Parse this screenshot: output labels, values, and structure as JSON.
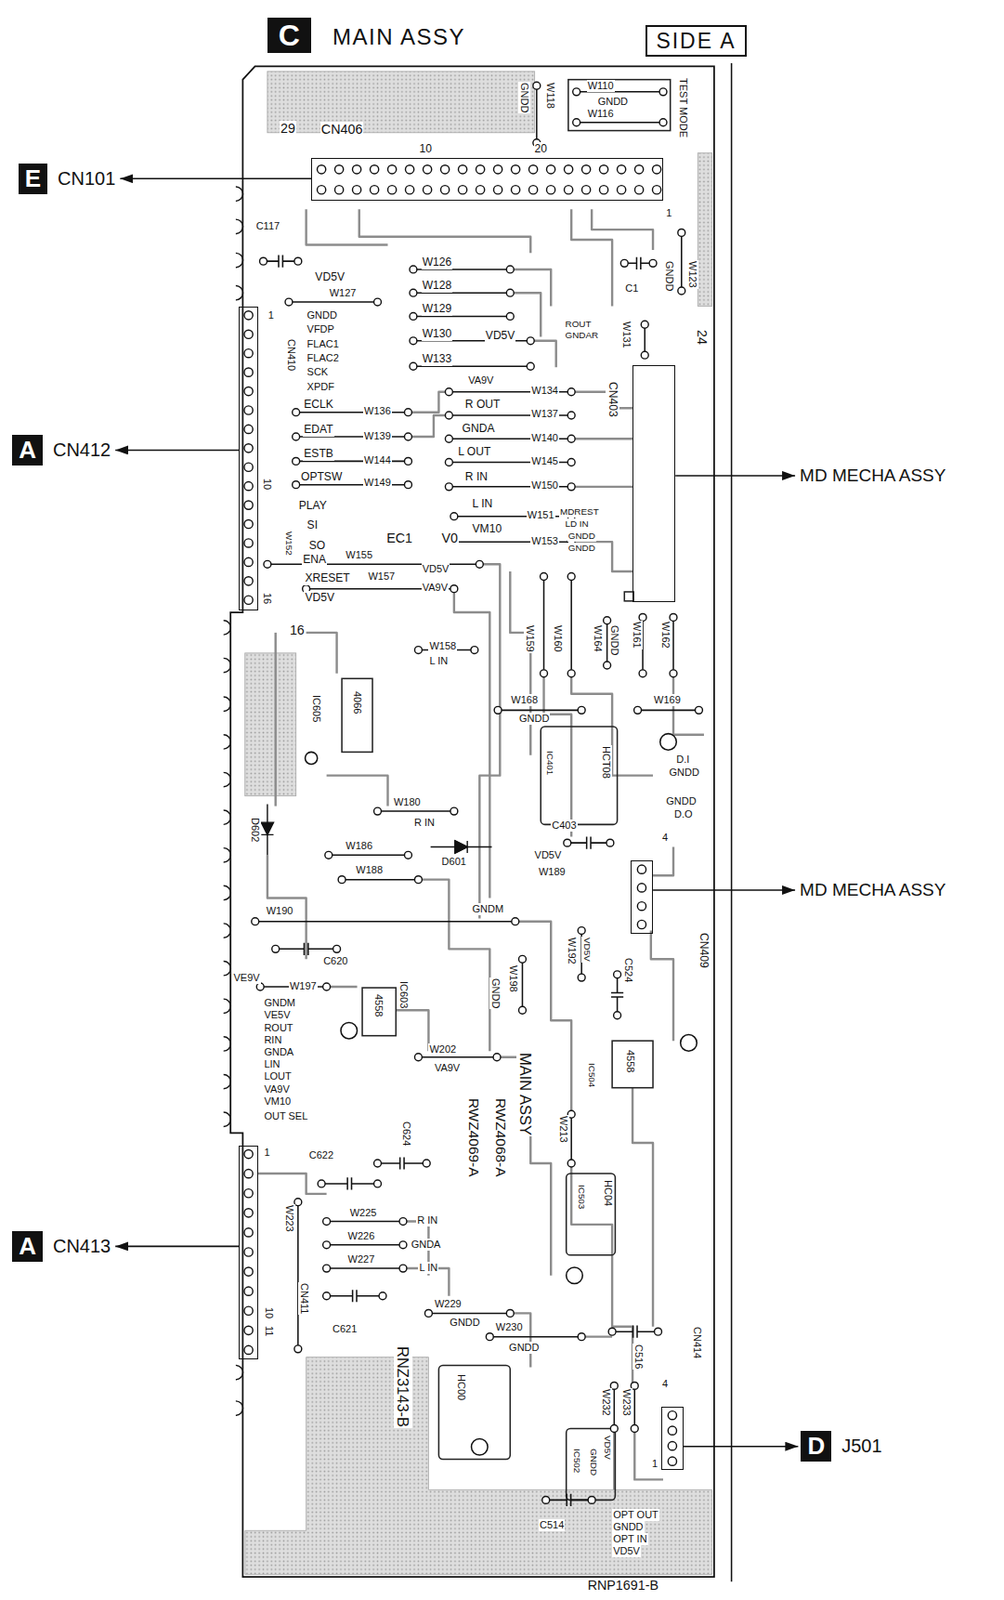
{
  "diagram": {
    "title": "MAIN ASSY",
    "nodes": [
      {
        "text": [
          "C"
        ]
      },
      {
        "text": [
          "SIDE A"
        ]
      },
      {
        "text": [
          "MAIN ASSY"
        ]
      },
      {
        "text": [
          "CN406"
        ],
        "in": 2
      },
      {
        "text": [
          "CN410"
        ],
        "in": 2
      },
      {
        "text": [
          "CN403"
        ],
        "in": 2
      },
      {
        "text": [
          "CN409"
        ],
        "in": 2
      },
      {
        "text": [
          "CN411"
        ],
        "in": 2
      },
      {
        "text": [
          "CN414"
        ],
        "in": 2
      },
      {
        "text": [
          "E",
          "CN101"
        ]
      },
      {
        "text": [
          "A",
          "CN412"
        ]
      },
      {
        "text": [
          "MD MECHA ASSY"
        ]
      },
      {
        "text": [
          "MD MECHA ASSY"
        ]
      },
      {
        "text": [
          "A",
          "CN413"
        ]
      },
      {
        "text": [
          "D",
          "J501"
        ]
      }
    ],
    "edges": [
      {
        "from": 3,
        "to": 9,
        "arrow": "to"
      },
      {
        "from": 4,
        "to": 10,
        "arrow": "to"
      },
      {
        "from": 5,
        "to": 11,
        "arrow": "to"
      },
      {
        "from": 6,
        "to": 12,
        "arrow": "to"
      },
      {
        "from": 7,
        "to": 13,
        "arrow": "to"
      },
      {
        "from": 8,
        "to": 14,
        "arrow": "to"
      }
    ],
    "labels": [
      "GNDD",
      "W118",
      "W110",
      "GNDD",
      "W116",
      "TEST MODE",
      "29",
      "10",
      "20",
      "1",
      "C117",
      "VD5V",
      "W127",
      "W126",
      "W128",
      "W129",
      "W130",
      "W133",
      "VD5V",
      "GNDD",
      "W123",
      "C1",
      "24",
      "W131",
      "ROUT",
      "GNDAR",
      "MDREST",
      "LD IN",
      "GNDD",
      "GNDD",
      "1",
      "GNDD",
      "VFDP",
      "FLAC1",
      "FLAC2",
      "SCK",
      "XPDF",
      "ECLK",
      "EDAT",
      "ESTB",
      "OPTSW",
      "PLAY",
      "SI",
      "SO",
      "ENA",
      "XRESET",
      "VD5V",
      "10",
      "16",
      "16",
      "W152",
      "W136",
      "W139",
      "W144",
      "W149",
      "W155",
      "W157",
      "VD5V",
      "VA9V",
      "VA9V",
      "W134",
      "R OUT",
      "W137",
      "GNDA",
      "W140",
      "L OUT",
      "W145",
      "R IN",
      "W150",
      "L IN",
      "W151",
      "VM10",
      "W153",
      "EC1",
      "V0",
      "W158",
      "L IN",
      "W159",
      "W160",
      "W164",
      "GNDD",
      "W161",
      "W162",
      "W168",
      "GNDD",
      "W169",
      "4066",
      "IC605",
      "IC401",
      "HCT08",
      "D.I",
      "GNDD",
      "GNDD",
      "D.O",
      "C403",
      "D602",
      "W180",
      "R IN",
      "D601",
      "W186",
      "W188",
      "VD5V",
      "W189",
      "4",
      "W190",
      "GNDM",
      "C524",
      "W192",
      "VD5V",
      "C620",
      "VE9V",
      "W197",
      "4558",
      "IC603",
      "W198",
      "GNDD",
      "GNDM",
      "VE5V",
      "ROUT",
      "RIN",
      "GNDA",
      "LIN",
      "LOUT",
      "VA9V",
      "VM10",
      "OUT SEL",
      "W202",
      "VA9V",
      "RWZ4068-A",
      "RWZ4069-A",
      "4558",
      "IC504",
      "W213",
      "1",
      "C622",
      "C624",
      "W223",
      "W225",
      "R IN",
      "W226",
      "GNDA",
      "W227",
      "L IN",
      "IC503",
      "HC04",
      "C621",
      "10",
      "11",
      "W229",
      "GNDD",
      "W230",
      "GNDD",
      "RNZ3143-B",
      "HC00",
      "C516",
      "4",
      "W232",
      "W233",
      "IC502",
      "GNDD",
      "VD5V",
      "1",
      "C514",
      "OPT OUT",
      "GNDD",
      "OPT IN",
      "VD5V",
      "RNP1691-B"
    ]
  }
}
